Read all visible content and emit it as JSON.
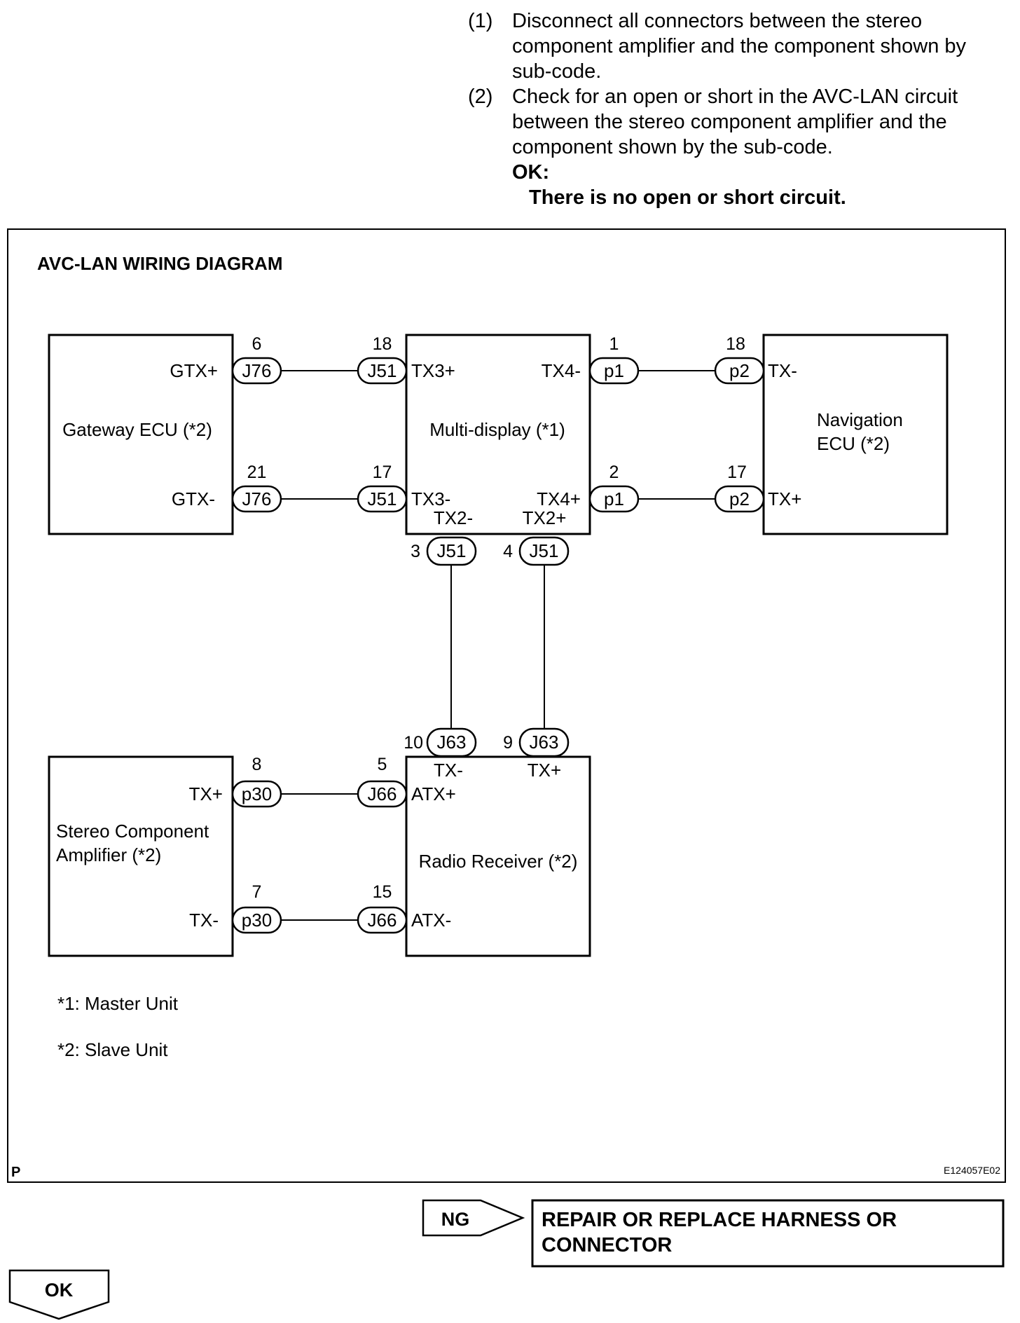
{
  "instructions": {
    "step1": {
      "num": "(1)",
      "lines": [
        "Disconnect all connectors between the stereo",
        "component amplifier and the component shown by",
        "sub-code."
      ]
    },
    "step2": {
      "num": "(2)",
      "lines": [
        "Check for an open or short in the AVC-LAN circuit",
        "between the stereo component amplifier and the",
        "component shown by the sub-code."
      ]
    },
    "ok_label": "OK:",
    "ok_text": "There is no open or short circuit."
  },
  "diagram": {
    "title": "AVC-LAN WIRING DIAGRAM",
    "corner_left": "P",
    "corner_right": "E124057E02",
    "components": {
      "gateway": {
        "lines": [
          "Gateway ECU (*2)"
        ],
        "pin_top": "GTX+",
        "pin_bottom": "GTX-"
      },
      "multidisplay": {
        "lines": [
          "Multi-display (*1)"
        ],
        "pin_tl": "TX3+",
        "pin_tr": "TX4-",
        "pin_bl": "TX3-",
        "pin_br": "TX4+",
        "pin_bl2": "TX2-",
        "pin_br2": "TX2+"
      },
      "navigation": {
        "lines": [
          "Navigation",
          "ECU (*2)"
        ],
        "pin_top": "TX-",
        "pin_bottom": "TX+"
      },
      "amplifier": {
        "lines": [
          "Stereo Component",
          "Amplifier (*2)"
        ],
        "pin_top": "TX+",
        "pin_bottom": "TX-"
      },
      "radio": {
        "lines": [
          "Radio Receiver (*2)"
        ],
        "pin_tl": "ATX+",
        "pin_bl": "ATX-",
        "pin_top1": "TX-",
        "pin_top2": "TX+"
      }
    },
    "connectors": [
      {
        "id": "gw-top",
        "label": "J76",
        "pin": "6"
      },
      {
        "id": "gw-bot",
        "label": "J76",
        "pin": "21"
      },
      {
        "id": "md-tl",
        "label": "J51",
        "pin": "18"
      },
      {
        "id": "md-bl",
        "label": "J51",
        "pin": "17"
      },
      {
        "id": "md-tr",
        "label": "p1",
        "pin": "1"
      },
      {
        "id": "md-br",
        "label": "p1",
        "pin": "2"
      },
      {
        "id": "nav-top",
        "label": "p2",
        "pin": "18"
      },
      {
        "id": "nav-bot",
        "label": "p2",
        "pin": "17"
      },
      {
        "id": "md-b1",
        "label": "J51",
        "pin": "3"
      },
      {
        "id": "md-b2",
        "label": "J51",
        "pin": "4"
      },
      {
        "id": "rr-t1",
        "label": "J63",
        "pin": "10"
      },
      {
        "id": "rr-t2",
        "label": "J63",
        "pin": "9"
      },
      {
        "id": "amp-top",
        "label": "p30",
        "pin": "8"
      },
      {
        "id": "amp-bot",
        "label": "p30",
        "pin": "7"
      },
      {
        "id": "rr-tl",
        "label": "J66",
        "pin": "5"
      },
      {
        "id": "rr-bl",
        "label": "J66",
        "pin": "15"
      }
    ],
    "notes": [
      "*1: Master Unit",
      "*2: Slave Unit"
    ]
  },
  "flow": {
    "ng_label": "NG",
    "ng_result": [
      "REPAIR OR REPLACE HARNESS OR",
      "CONNECTOR"
    ],
    "ok_label": "OK"
  }
}
